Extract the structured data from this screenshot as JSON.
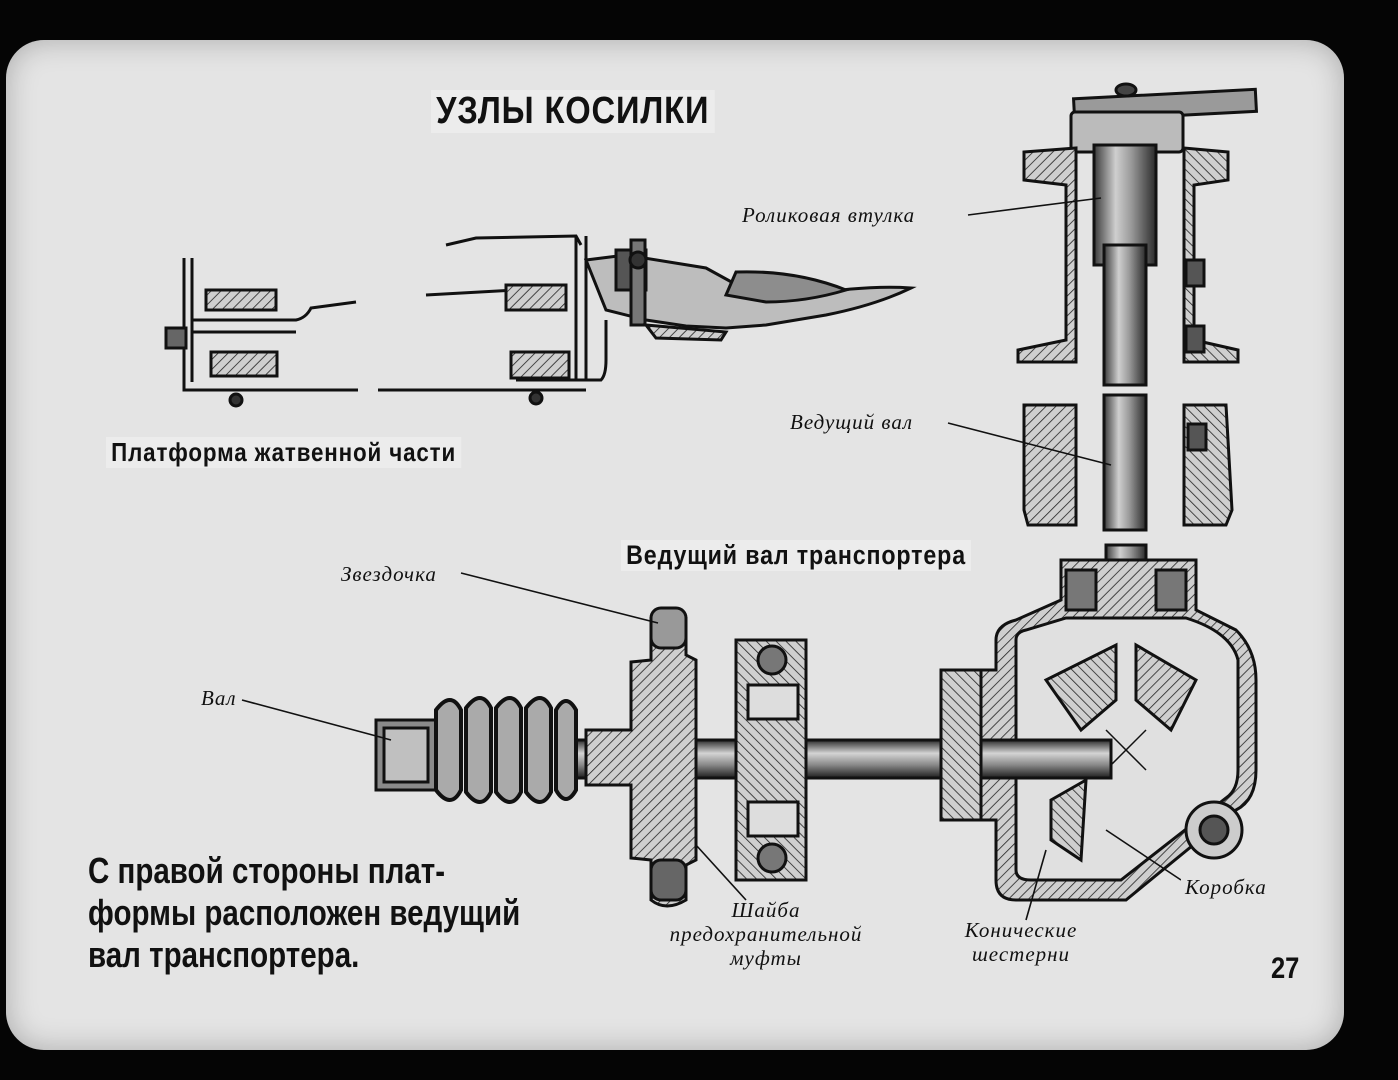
{
  "title": "УЗЛЫ КОСИЛКИ",
  "platform_label": "Платформа жатвенной части",
  "shaft_label": "Ведущий вал транспортера",
  "callouts": {
    "roller_bushing": "Роликовая втулка",
    "drive_shaft": "Ведущий вал",
    "sprocket": "Звездочка",
    "shaft": "Вал",
    "box": "Коробка",
    "washer_lines": [
      "Шайба",
      "предохранительной",
      "муфты"
    ],
    "gears_lines": [
      "Конические",
      "шестерни"
    ]
  },
  "description_lines": [
    "С правой стороны плат-",
    "формы расположен ведущий",
    "вал транспортера."
  ],
  "page_number": "27"
}
